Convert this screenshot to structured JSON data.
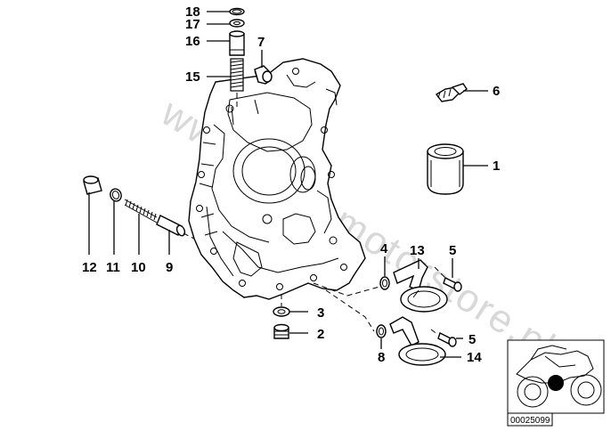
{
  "watermark": "www.bmw-motorstore.pl",
  "diagram_code": "00025099",
  "callouts": {
    "c18": "18",
    "c17": "17",
    "c16": "16",
    "c15": "15",
    "c7": "7",
    "c6": "6",
    "c1": "1",
    "c12": "12",
    "c11": "11",
    "c10": "10",
    "c9": "9",
    "c4": "4",
    "c13": "13",
    "c5a": "5",
    "c3": "3",
    "c2": "2",
    "c8": "8",
    "c5b": "5",
    "c14": "14"
  }
}
